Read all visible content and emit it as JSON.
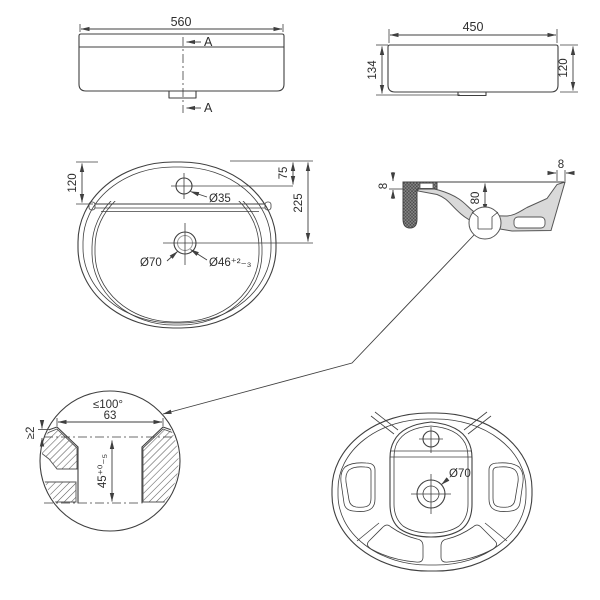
{
  "colors": {
    "ink": "#3f3f3f",
    "section_fill": "#d9d9d9",
    "hatch": "#5a5a5a"
  },
  "views": {
    "front": {
      "width_dim": "560",
      "section_arrow_top": "A",
      "section_arrow_bottom": "A"
    },
    "side": {
      "width_dim": "450",
      "height_overall_dim": "134",
      "height_body_dim": "120"
    },
    "top": {
      "rim_to_shelf_dim": "120",
      "rim_to_faucet_dim": "75",
      "rim_to_drain_dim": "225",
      "faucet_hole_dia": "Ø35",
      "drain_recess_dia": "Ø70",
      "drain_hole_dia": "Ø46⁺²₋₃"
    },
    "section": {
      "rim_thickness_dim": "8",
      "wall_thickness_dim": "8",
      "basin_depth_dim": "80"
    },
    "detail": {
      "max_cone_angle": "≤100°",
      "opening_width_dim": "63",
      "min_edge_dim": "≥2",
      "hole_depth_dim": "45⁺⁰₋₅"
    },
    "bottom": {
      "drain_recess_dia": "Ø70"
    }
  }
}
